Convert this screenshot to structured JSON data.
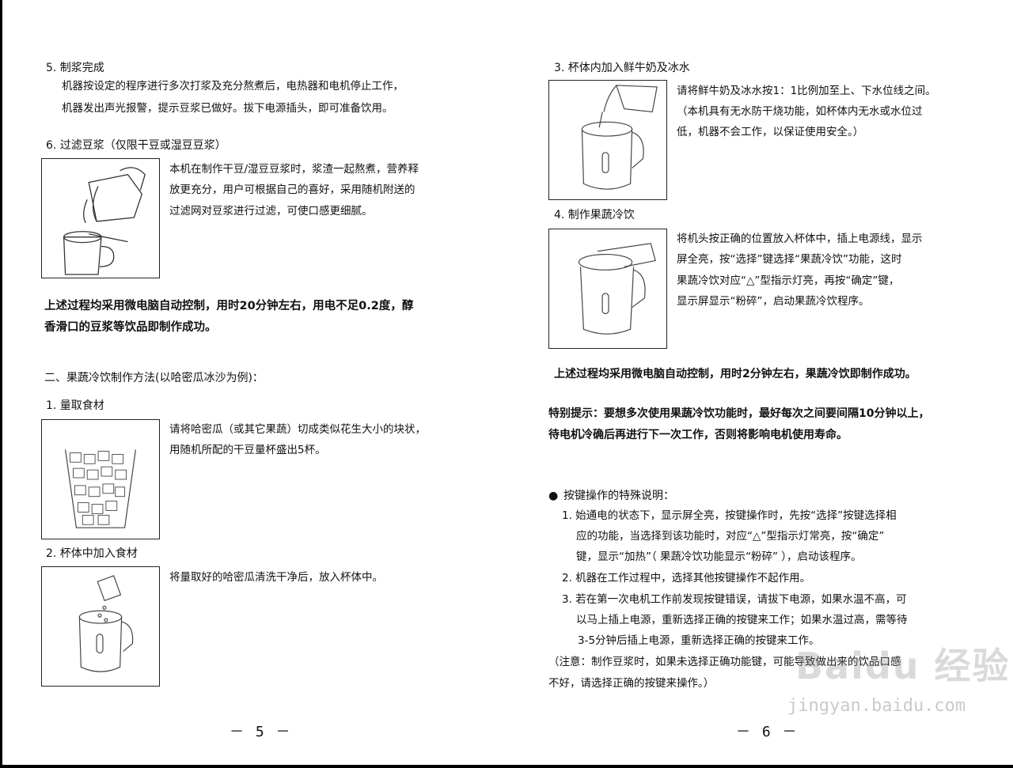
{
  "left": {
    "s5": {
      "title": "5. 制浆完成",
      "lines": [
        "机器按设定的程序进行多次打浆及充分熬煮后，电热器和电机停止工作，",
        "机器发出声光报警，提示豆浆已做好。拔下电源插头，即可准备饮用。"
      ]
    },
    "s6": {
      "title": "6. 过滤豆浆（仅限干豆或湿豆豆浆）",
      "lines": [
        "本机在制作干豆/湿豆豆浆时，浆渣一起熬煮，营养释",
        "放更充分，用户可根据自己的喜好，采用随机附送的",
        "过滤网对豆浆进行过滤，可使口感更细腻。"
      ]
    },
    "summary": [
      "上述过程均采用微电脑自动控制，用时20分钟左右，用电不足0.2度，醇",
      "香滑口的豆浆等饮品即制作成功。"
    ],
    "section2": "二、果蔬冷饮制作方法(以哈密瓜冰沙为例)：",
    "s1": {
      "title": "1. 量取食材",
      "lines": [
        "请将哈密瓜（或其它果蔬）切成类似花生大小的块状，",
        "用随机所配的干豆量杯盛出5杯。"
      ]
    },
    "s2": {
      "title": "2. 杯体中加入食材",
      "lines": [
        "将量取好的哈密瓜清洗干净后，放入杯体中。"
      ]
    },
    "page": "－ 5 －"
  },
  "right": {
    "s3": {
      "title": "3. 杯体内加入鲜牛奶及冰水",
      "lines": [
        "请将鲜牛奶及冰水按1：1比例加至上、下水位线之间。",
        "（本机具有无水防干烧功能，如杯体内无水或水位过",
        "低，机器不会工作，以保证使用安全。）"
      ]
    },
    "s4": {
      "title": "4. 制作果蔬冷饮",
      "lines": [
        "将机头按正确的位置放入杯体中，插上电源线，显示",
        "屏全亮，按“选择”键选择“果蔬冷饮”功能，这时",
        "果蔬冷饮对应“△”型指示灯亮，再按“确定”键，",
        "显示屏显示“粉碎”，启动果蔬冷饮程序。"
      ]
    },
    "summary": "上述过程均采用微电脑自动控制，用时2分钟左右，果蔬冷饮即制作成功。",
    "tip": [
      "特别提示：要想多次使用果蔬冷饮功能时，最好每次之间要间隔10分钟以上，",
      "待电机冷确后再进行下一次工作，否则将影响电机使用寿命。"
    ],
    "keys": {
      "bullet": "●",
      "title": "按键操作的特殊说明：",
      "item1": [
        "1. 始通电的状态下，显示屏全亮，按键操作时，先按“选择”按键选择相",
        "应的功能，当选择到该功能时，对应“△”型指示灯常亮，按“确定”",
        "键，显示“加热”（ 果蔬冷饮功能显示“粉碎” ），启动该程序。"
      ],
      "item2": "2. 机器在工作过程中，选择其他按键操作不起作用。",
      "item3": [
        "3. 若在第一次电机工作前发现按键错误，请拔下电源，如果水温不高，可",
        "以马上插上电源，重新选择正确的按键来工作；如果水温过高，需等待",
        "3-5分钟后插上电源，重新选择正确的按键来工作。"
      ],
      "note": [
        "（注意：制作豆浆时，如果未选择正确功能键，可能导致做出来的饮品口感",
        "不好，请选择正确的按键来操作。）"
      ]
    },
    "page": "－ 6 －"
  },
  "watermark": {
    "logo": "Baidu 经验",
    "url": "jingyan.baidu.com"
  }
}
